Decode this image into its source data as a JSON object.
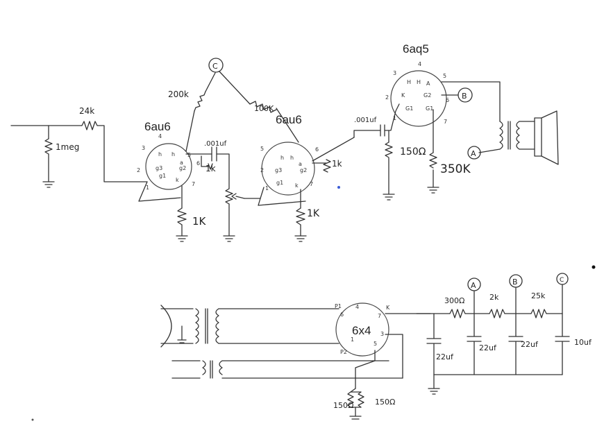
{
  "colors": {
    "ink": "#333333",
    "tube_label": "#e8251f",
    "paper": "#ffffff"
  },
  "tubes": {
    "v1": "6au6",
    "v2": "6au6",
    "v3": "6aq5",
    "rect": "6x4"
  },
  "components": {
    "r_in_series": "24k",
    "r_grid": "1meg",
    "r_plate1_top": "200k",
    "r_plate1_side": "1k",
    "c_couple1": ".001uf",
    "r_cath1": "1K",
    "r_plate2_top": "100K",
    "r_plate2_side": "1k",
    "c_couple2": ".001uf",
    "r_cath2": "1K",
    "r_grid3": "150Ω",
    "r_cath3": "350K",
    "r_ps1": "300Ω",
    "r_ps2": "2k",
    "r_ps3": "25k",
    "c_ps1": "22uf",
    "c_ps2": "22uf",
    "c_ps3": "22uf",
    "c_ps4": "10uf",
    "r_heater1": "150Ω",
    "r_heater2": "150Ω"
  },
  "nodes": {
    "a": "A",
    "b": "B",
    "c": "C"
  },
  "pins": {
    "v1": [
      "4",
      "3",
      "2",
      "1",
      "5",
      "6",
      "7"
    ],
    "v1_el": [
      "h",
      "h",
      "g3",
      "g1",
      "a",
      "g2",
      "k"
    ],
    "v2": [
      "5",
      "6",
      "2",
      "1",
      "7"
    ],
    "v2_el": [
      "h",
      "h",
      "g3",
      "g1",
      "a",
      "g2",
      "k"
    ],
    "v3": [
      "4",
      "3",
      "2",
      "1",
      "5",
      "6",
      "7"
    ],
    "v3_el": [
      "H",
      "H",
      "A",
      "K",
      "G2",
      "G1",
      "G1"
    ],
    "rect": [
      "6",
      "4",
      "7",
      "3",
      "1",
      "5"
    ],
    "rect_el": [
      "P1",
      "P2",
      "K"
    ]
  }
}
